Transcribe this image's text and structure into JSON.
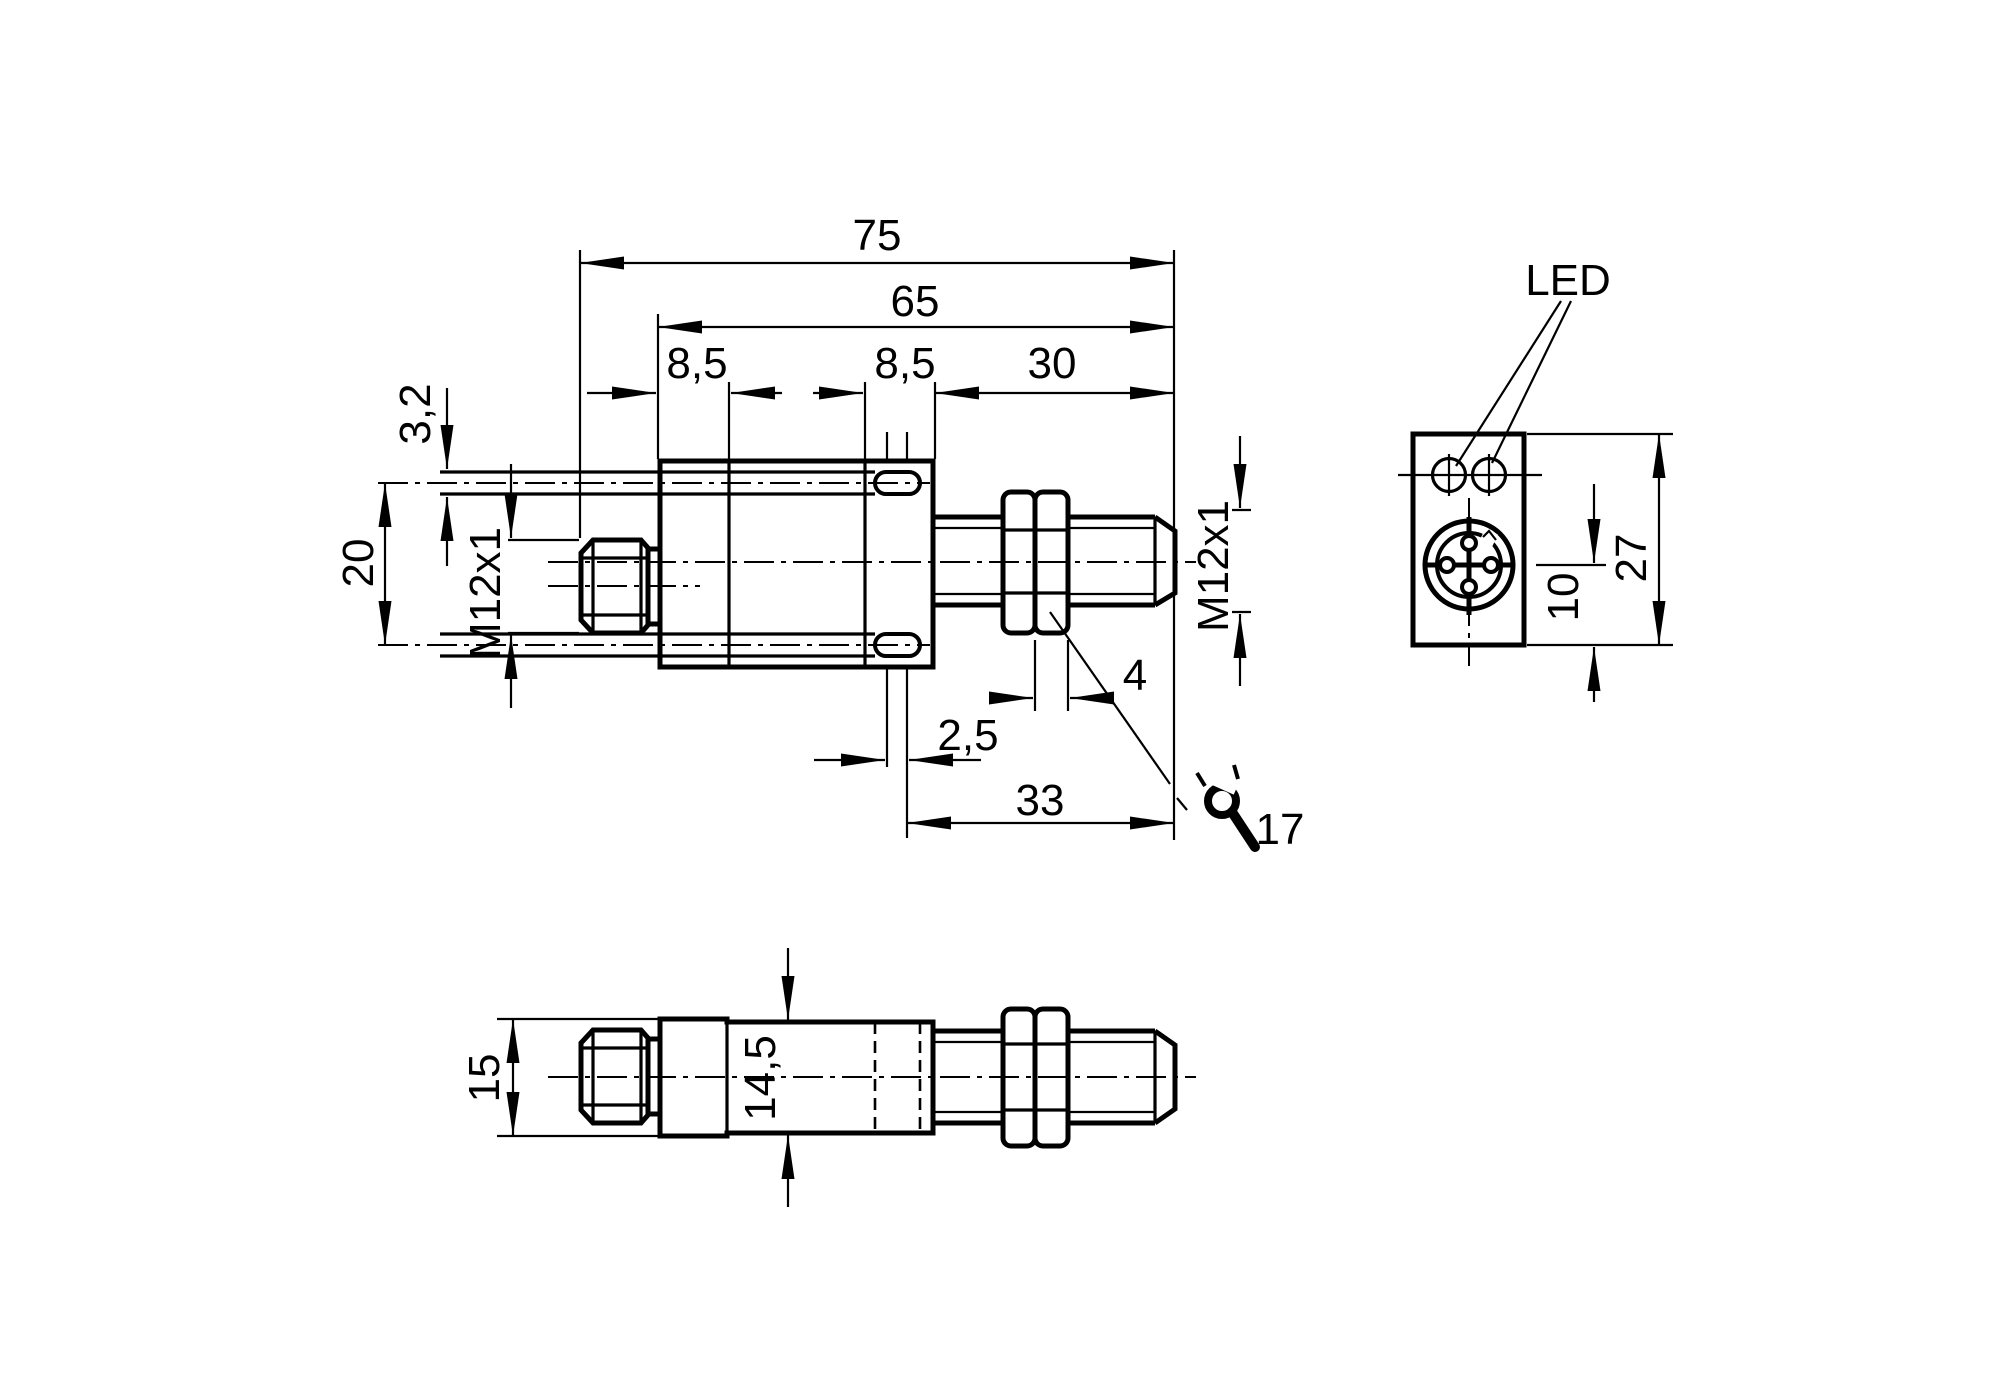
{
  "colors": {
    "ink": "#000000",
    "paper": "#ffffff"
  },
  "views": {
    "front": {
      "dim_total_length": "75",
      "dim_housing_length": "65",
      "dim_slot_offset_left": "8,5",
      "dim_slot_offset_right": "8,5",
      "dim_thread_length": "30",
      "dim_slot_height": "3,2",
      "dim_slot_center_distance": "20",
      "dim_connector_thread": "M12x1",
      "dim_barrel_thread": "M12x1",
      "dim_hole_width": "2,5",
      "dim_hole_to_tip": "33",
      "dim_nut_thickness": "4",
      "wrench_size": "17"
    },
    "end": {
      "led_label": "LED",
      "dim_height": "27",
      "dim_connector_center": "10"
    },
    "top": {
      "dim_connector_end_width": "15",
      "dim_housing_width": "14,5"
    }
  }
}
